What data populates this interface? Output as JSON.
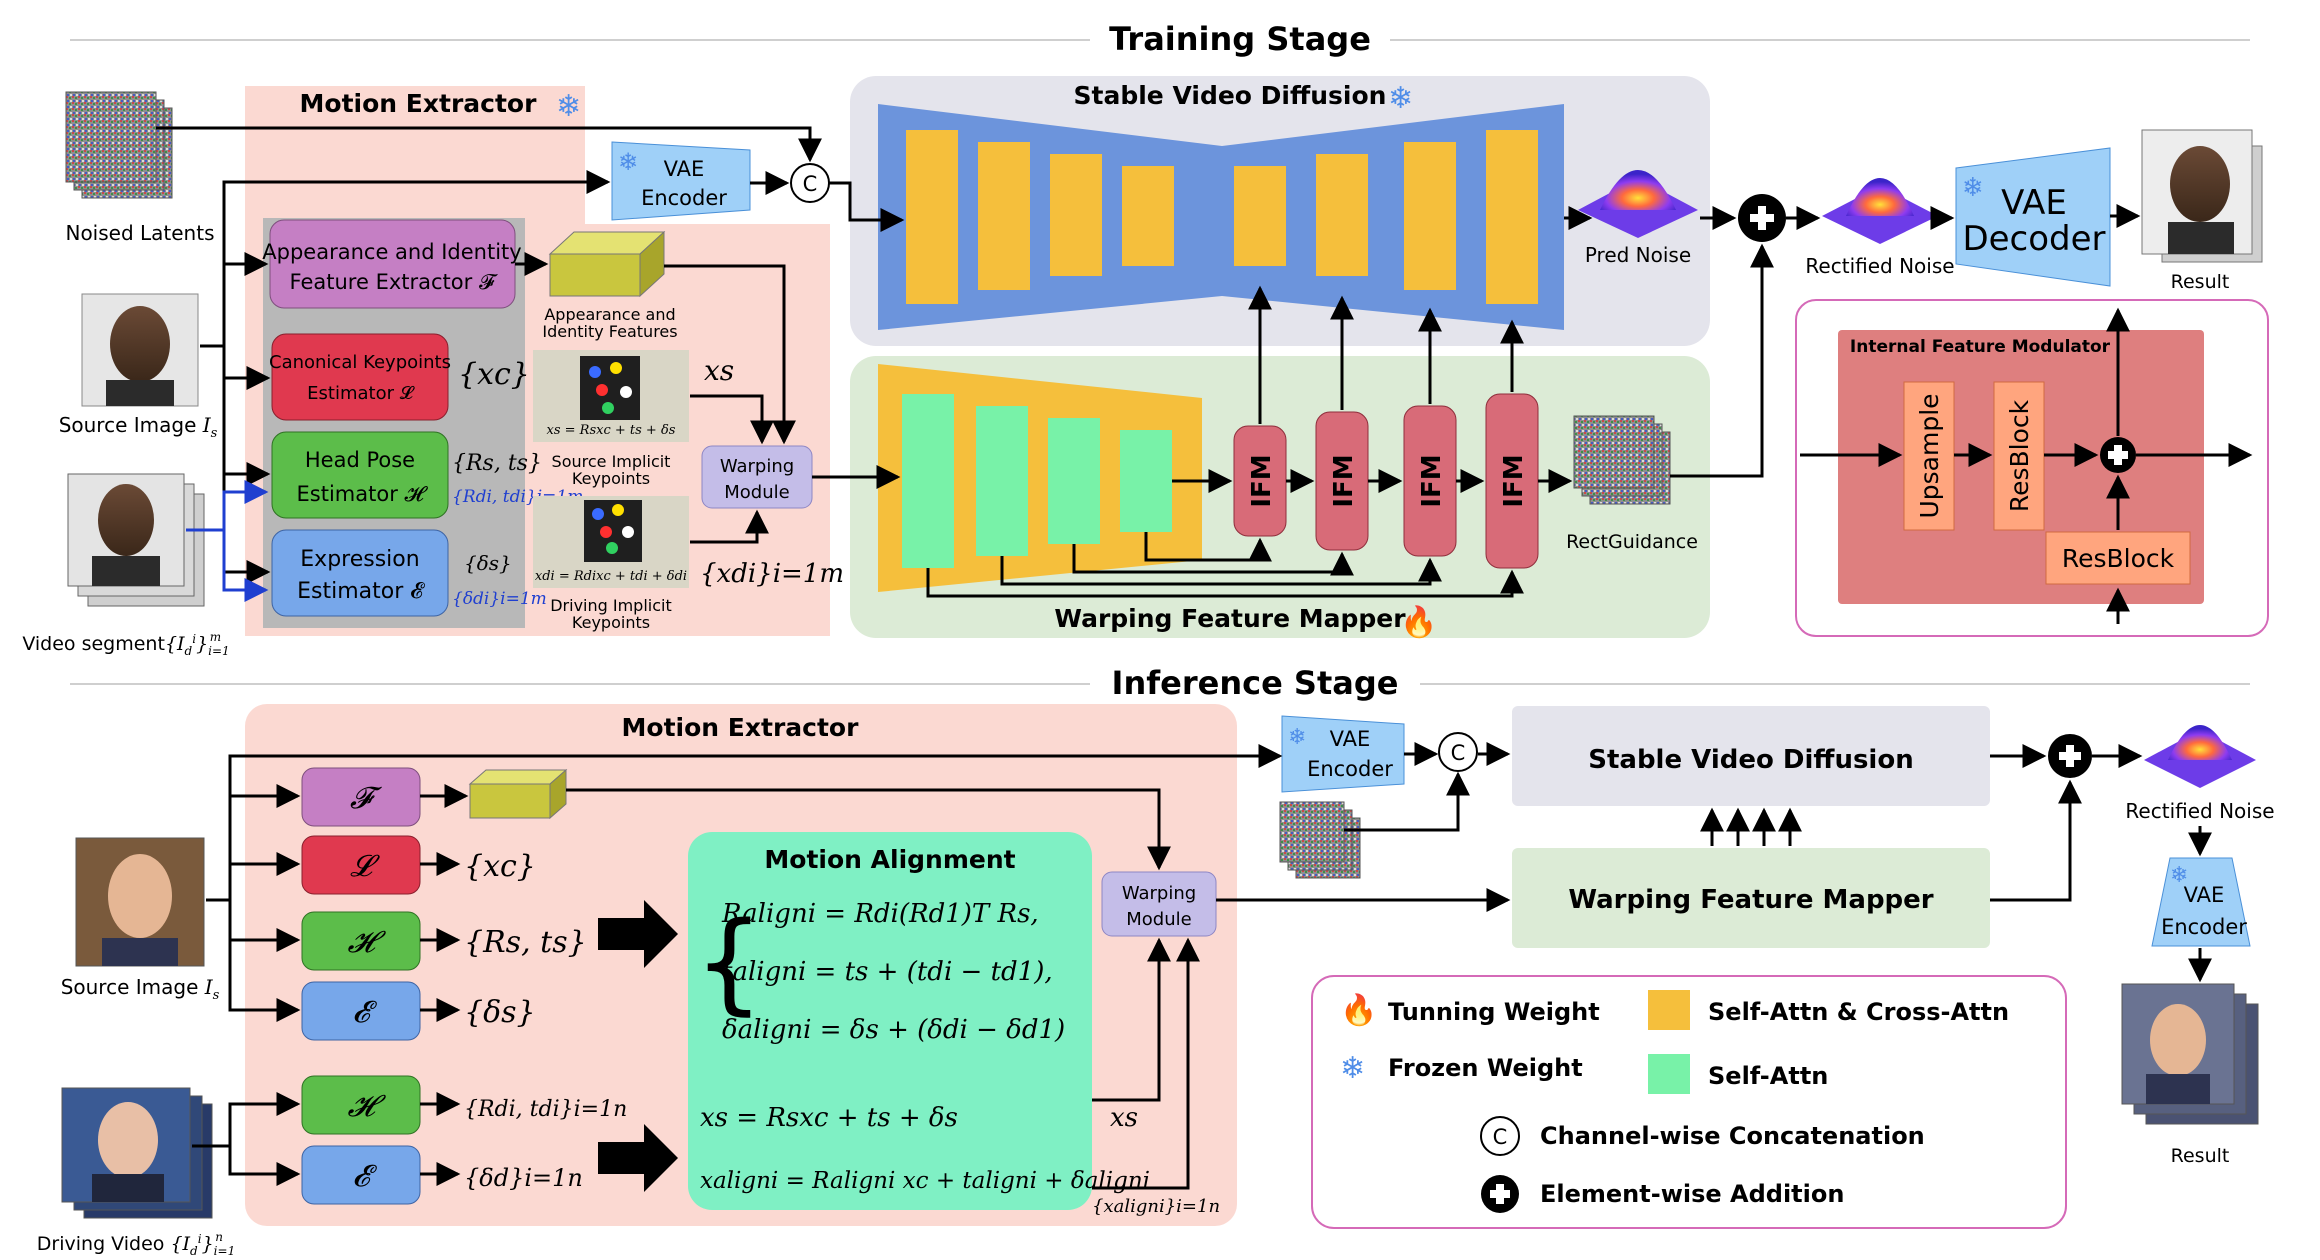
{
  "training": {
    "title": "Training Stage",
    "motion_extractor": "Motion Extractor",
    "noised_latents": "Noised Latents",
    "source_image": "Source Image",
    "source_image_sub": "s",
    "video_segment": "Video segment",
    "appearance_l1": "Appearance and Identity",
    "appearance_l2": "Feature Extractor 𝓕",
    "canonical_l1": "Canonical Keypoints",
    "canonical_l2": "Estimator 𝓛",
    "headpose_l1": "Head Pose",
    "headpose_l2": "Estimator 𝓗",
    "expression_l1": "Expression",
    "expression_l2": "Estimator 𝓔",
    "xc": "{xc}",
    "rs_ts": "{Rs, ts}",
    "rd_td": "{Rdi, tdi}i=1m",
    "delta_s": "{δs}",
    "delta_d": "{δdi}i=1m",
    "app_feat_l1": "Appearance and",
    "app_feat_l2": "Identity Features",
    "xs_label": "xs",
    "xs_formula": "xs = Rsxc + ts + δs",
    "src_kp_l1": "Source Implicit",
    "src_kp_l2": "Keypoints",
    "xd_formula": "xdi = Rdixc + tdi + δdi",
    "drv_kp_l1": "Driving Implicit",
    "drv_kp_l2": "Keypoints",
    "xd_set": "{xdi}i=1m",
    "warping_l1": "Warping",
    "warping_l2": "Module",
    "vae_l1": "VAE",
    "vae_l2": "Encoder",
    "concat": "C",
    "svd": "Stable Video Diffusion",
    "pred_noise": "Pred Noise",
    "rect_guidance": "RectGuidance",
    "rectified_noise": "Rectified Noise",
    "vae_dec_l1": "VAE",
    "vae_dec_l2": "Decoder",
    "result": "Result",
    "wfm": "Warping Feature Mapper",
    "ifm": "IFM",
    "ifm_module": "Internal Feature Modulator",
    "upsample": "Upsample",
    "resblock_v": "ResBlock",
    "resblock_h": "ResBlock"
  },
  "inference": {
    "title": "Inference Stage",
    "motion_extractor": "Motion Extractor",
    "F": "𝓕",
    "L": "𝓛",
    "H": "𝓗",
    "E": "𝓔",
    "xc": "{xc}",
    "rs_ts": "{Rs, ts}",
    "delta_s": "{δs}",
    "rd_td": "{Rdi, tdi}i=1n",
    "delta_d": "{δd}i=1n",
    "source_image": "Source Image",
    "driving_video": "Driving Video",
    "motion_alignment": "Motion Alignment",
    "eq1": "Raligni = Rdi(Rd1)T Rs,",
    "eq2": "taligni = ts + (tdi − td1),",
    "eq3": "δaligni = δs + (δdi − δd1)",
    "eq4": "xs = Rsxc + ts + δs",
    "eq5": "xaligni = Raligni xc + taligni + δaligni",
    "xs_out": "xs",
    "xalign_set": "{xaligni}i=1n",
    "warping_l1": "Warping",
    "warping_l2": "Module",
    "vae_l1": "VAE",
    "vae_l2": "Encoder",
    "svd": "Stable Video Diffusion",
    "wfm": "Warping Feature Mapper",
    "rectified_noise": "Rectified Noise",
    "vae_enc_l1": "VAE",
    "vae_enc_l2": "Encoder",
    "result": "Result",
    "concat": "C"
  },
  "legend": {
    "tuning": "Tunning Weight",
    "frozen": "Frozen Weight",
    "self_cross": "Self-Attn & Cross-Attn",
    "self_attn": "Self-Attn",
    "channel_concat": "Channel-wise Concatenation",
    "element_add": "Element-wise Addition"
  },
  "colors": {
    "motion_bg": "#fbd9d2",
    "svd_bg": "#e4e4ec",
    "wfm_bg": "#dcebd6",
    "unet_blue": "#6c94dc",
    "yellow_block": "#f5bf3c",
    "green_block": "#78f2a8",
    "ifm": "#d86b78",
    "ifm_panel": "#de7f7f",
    "orange_block": "#ffa57e",
    "vae": "#9fd0f8",
    "appearance": "#c57fc4",
    "canonical": "#e0394f",
    "headpose": "#5cbd4a",
    "expression": "#77a7ea",
    "motion_align": "#7ff0c4",
    "warp_module": "#c4bde8",
    "pink_border": "#d56ab8"
  }
}
